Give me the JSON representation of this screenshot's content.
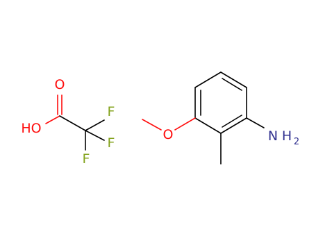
{
  "atom_labels": {
    "acid_carbonyl_o": "O",
    "acid_hydroxyl": "HO",
    "fluorine_1": "F",
    "fluorine_2": "F",
    "fluorine_3": "F",
    "methoxy_o": "O",
    "amine_n": "N",
    "amine_h": "H",
    "amine_h_count": "2"
  },
  "colors": {
    "bond": "#000000",
    "oxygen": "#ff0d0d",
    "fluorine": "#84a31e",
    "nitrogen": "#30308f"
  }
}
